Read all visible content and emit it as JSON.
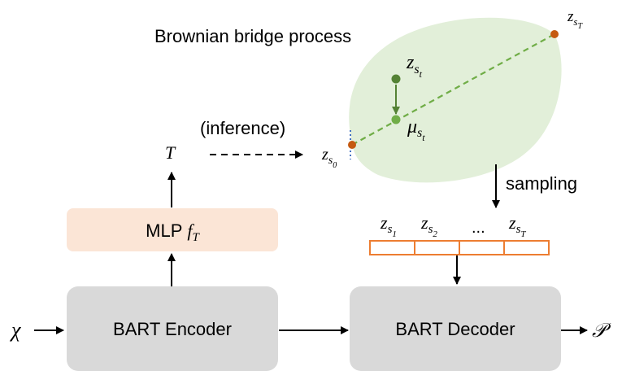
{
  "title": "Brownian bridge process",
  "inference_label": "(inference)",
  "sampling_label": "sampling",
  "encoder_label": "BART Encoder",
  "decoder_label": "BART Decoder",
  "mlp_label": "MLP",
  "mlp_sym": "f",
  "mlp_sub": "T",
  "t_output": "T",
  "input_sym": "χ",
  "output_sym": "𝒫",
  "z_sym": "z",
  "s_sym": "s",
  "sub_0": "0",
  "sub_1": "1",
  "sub_2": "2",
  "sub_t": "t",
  "sub_T": "T",
  "mu_sym": "μ",
  "ellipsis": "...",
  "colors": {
    "blob_fill": "#e2efd9",
    "bridge_line": "#70ad47",
    "point_zst": "#548235",
    "point_mu": "#70ad47",
    "endpoint": "#c55a11",
    "encoder_fill": "#d9d9d9",
    "mlp_fill": "#fbe5d6",
    "latent_stroke": "#ed7d31",
    "endpoint_tick": "#4472c4"
  }
}
